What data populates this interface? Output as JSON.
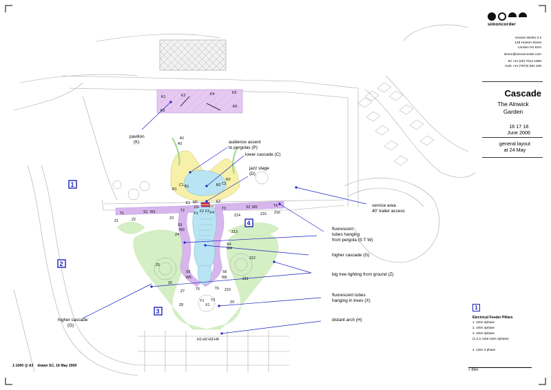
{
  "firm": {
    "name": "simoncorder",
    "address": [
      "Hoxton Works 3.2",
      "128 Hoxton Street",
      "London N1 6SH"
    ],
    "email": "simon@simoncorder.com",
    "tel": "tel +44 (20) 7012 1690",
    "mob": "mob +44 (7973) 552 348"
  },
  "project": {
    "title": "Cascade",
    "subtitle_lines": [
      "The Alnwick",
      "Garden"
    ],
    "date_lines": [
      "16  17  18",
      "June 2006"
    ],
    "description_lines": [
      "general layout",
      "at 24 May"
    ]
  },
  "legend": {
    "number": "1",
    "heading": "Electrical Feeder Pillars",
    "items": [
      "1. 100A 3phase",
      "2. 100A 3phase",
      "3. 100A 3phase",
      "(1,2,3, total 125A 3phase)",
      "4. 125A 3 phase"
    ],
    "scale_label": "< 50m"
  },
  "footer": {
    "scale": "1:1000 @ A3",
    "drawn": "drawn SC, 16 May 2000"
  },
  "callouts": {
    "pavilion": [
      "pavilion",
      "(K)"
    ],
    "audience": [
      "audience ascent",
      "to pergolas (P)"
    ],
    "lower_cascade": [
      "lower cascade (C)"
    ],
    "jazz": [
      "jazz stage",
      "(D)"
    ],
    "service": [
      "service area",
      "40' trailer access"
    ],
    "fluorescent_pergola": [
      "fluorescent",
      "tubes hanging",
      "from pergola (S T W)"
    ],
    "higher_cascade_right": [
      "higher cascade (G)"
    ],
    "tree_lighting": [
      "big tree lighting from ground (Z)"
    ],
    "fluorescent_trees": [
      "fluorescent tubes",
      "hanging in trees (X)"
    ],
    "distant_arch": [
      "distant arch (H)"
    ],
    "higher_cascade_left": [
      "higher cascade",
      "(G)"
    ]
  },
  "pillar_boxes": [
    "1",
    "2",
    "3",
    "4"
  ],
  "codes": {
    "K1": "K1",
    "K2": "K2",
    "K3": "K3",
    "K4": "K4",
    "K5": "K5",
    "K6": "K6",
    "A1": "A1",
    "A2": "A2",
    "R1": "R1",
    "C1": "C1",
    "B1": "B1",
    "R2": "R2",
    "B2": "B2",
    "C2": "C2",
    "E1": "E1",
    "M1": "M1",
    "D1": "D1",
    "D2": "D2",
    "E2": "E2",
    "F1": "F1",
    "F2": "F2",
    "F3": "F3",
    "F4": "F4",
    "T1": "T1",
    "S1": "S1",
    "W1": "W1",
    "T2": "T2",
    "T3": "T3",
    "S2": "S2",
    "W2": "W2",
    "T4": "T4",
    "Z1": "Z1",
    "Z2": "Z2",
    "Z3": "Z3",
    "Z14": "Z14",
    "Z15": "Z15",
    "Z16": "Z16",
    "S3": "S3",
    "W3": "W3",
    "Z4": "Z4",
    "Z13": "Z13",
    "S4": "S4",
    "W4": "W4",
    "Z5": "Z5",
    "Z12": "Z12",
    "Z6": "Z6",
    "S5": "S5",
    "W5": "W5",
    "S6": "S6",
    "W6": "W6",
    "Z11": "Z11",
    "Z7": "Z7",
    "T5": "T5",
    "T6": "T6",
    "Z10": "Z10",
    "Z8": "Z8",
    "Y1": "Y1",
    "Y2": "Y2",
    "X1": "X1",
    "Z9": "Z9",
    "H": "H1-H2-H3-H4"
  },
  "colors": {
    "pergola_purple": "#d7b6ee",
    "pavilion_purple": "#e6c8f2",
    "grass_green": "#d4efc4",
    "water_blue": "#b9e4f3",
    "stage_yellow": "#f6f0a8",
    "callout_blue": "#1a1fbf",
    "linework": "#9a9a9a"
  }
}
